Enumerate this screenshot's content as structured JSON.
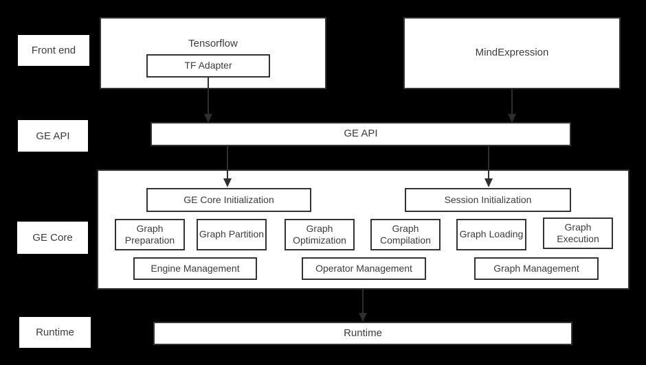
{
  "theme": {
    "background": "#000000",
    "box_fill": "#ffffff",
    "border": "#333333",
    "text": "#3b3b3b",
    "arrow": "#2e2e2e"
  },
  "row_labels": {
    "front_end": "Front end",
    "ge_api": "GE API",
    "ge_core": "GE Core",
    "runtime": "Runtime"
  },
  "front_end": {
    "tensorflow_label": "Tensorflow",
    "tf_adapter_label": "TF Adapter",
    "mindexpression_label": "MindExpression"
  },
  "ge_api": {
    "label": "GE API"
  },
  "ge_core": {
    "initialization": [
      "GE Core Initialization",
      "Session Initialization"
    ],
    "stages": [
      "Graph Preparation",
      "Graph Partition",
      "Graph Optimization",
      "Graph Compilation",
      "Graph Loading",
      "Graph Execution"
    ],
    "management": [
      "Engine Management",
      "Operator Management",
      "Graph Management"
    ]
  },
  "runtime": {
    "label": "Runtime"
  }
}
